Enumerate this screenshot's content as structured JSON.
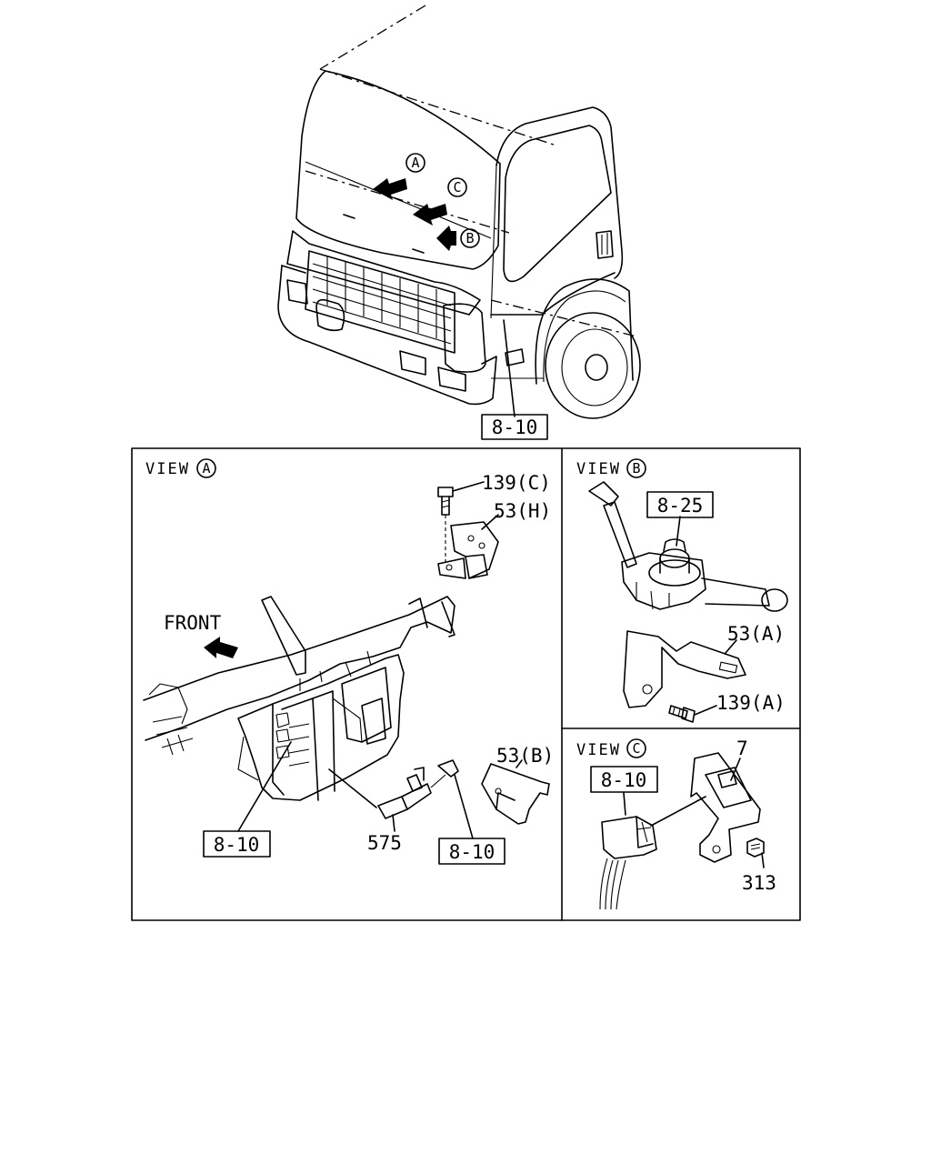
{
  "top_view": {
    "markers": {
      "a": "A",
      "b": "B",
      "c": "C"
    },
    "ref_label": "8-10"
  },
  "view_a": {
    "title": "VIEW",
    "circle": "A",
    "front_label": "FRONT",
    "labels": {
      "screw": "139(C)",
      "bracket_h": "53(H)",
      "bracket_b": "53(B)",
      "relay": "575",
      "ref_left": "8-10",
      "ref_right": "8-10"
    }
  },
  "view_b": {
    "title": "VIEW",
    "circle": "B",
    "labels": {
      "ref": "8-25",
      "bracket": "53(A)",
      "screw": "139(A)"
    }
  },
  "view_c": {
    "title": "VIEW",
    "circle": "C",
    "labels": {
      "ref": "8-10",
      "part": "7",
      "bolt": "313"
    }
  }
}
